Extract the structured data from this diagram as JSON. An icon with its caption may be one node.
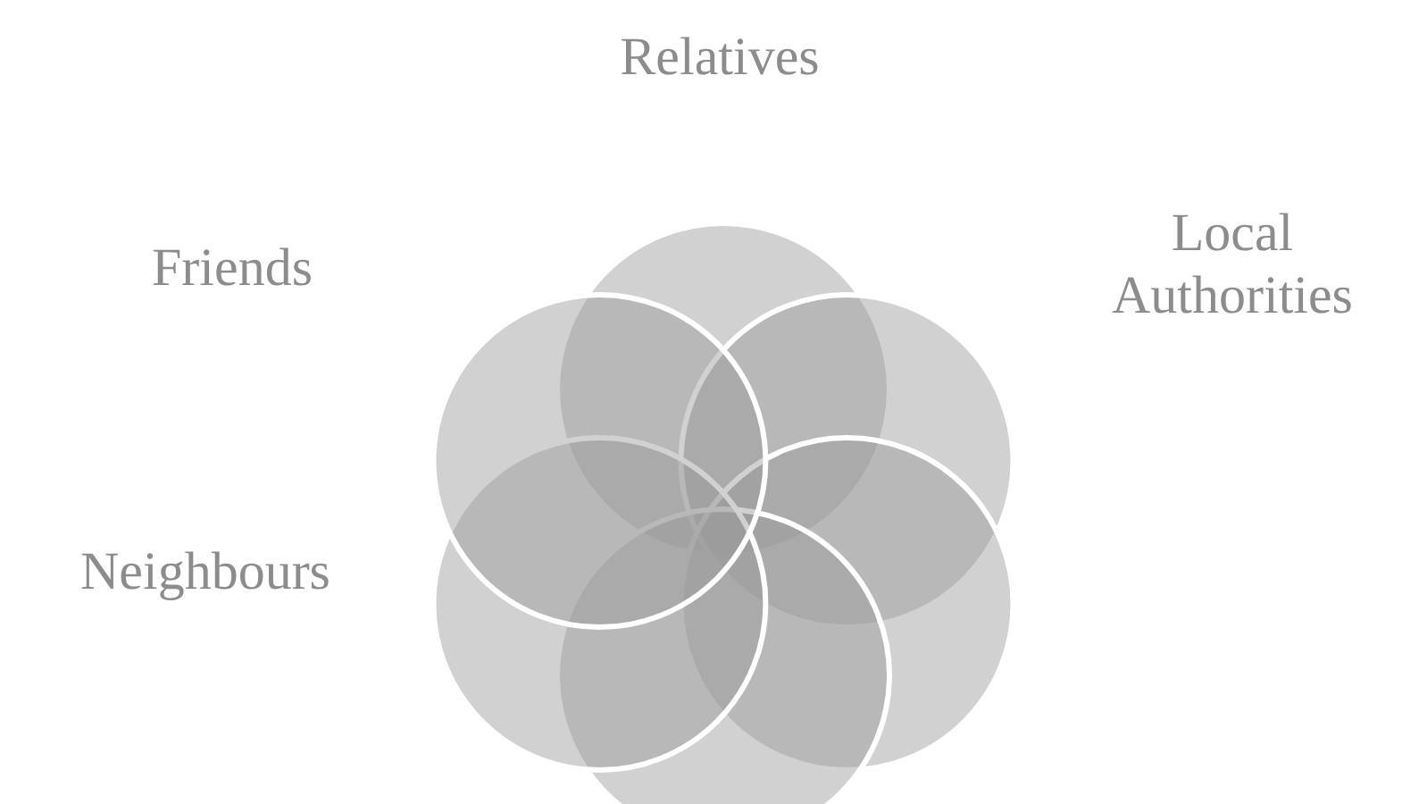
{
  "diagram": {
    "labels": [
      "Relatives",
      "Local Authorities",
      "Friends",
      "Neighbours"
    ]
  }
}
